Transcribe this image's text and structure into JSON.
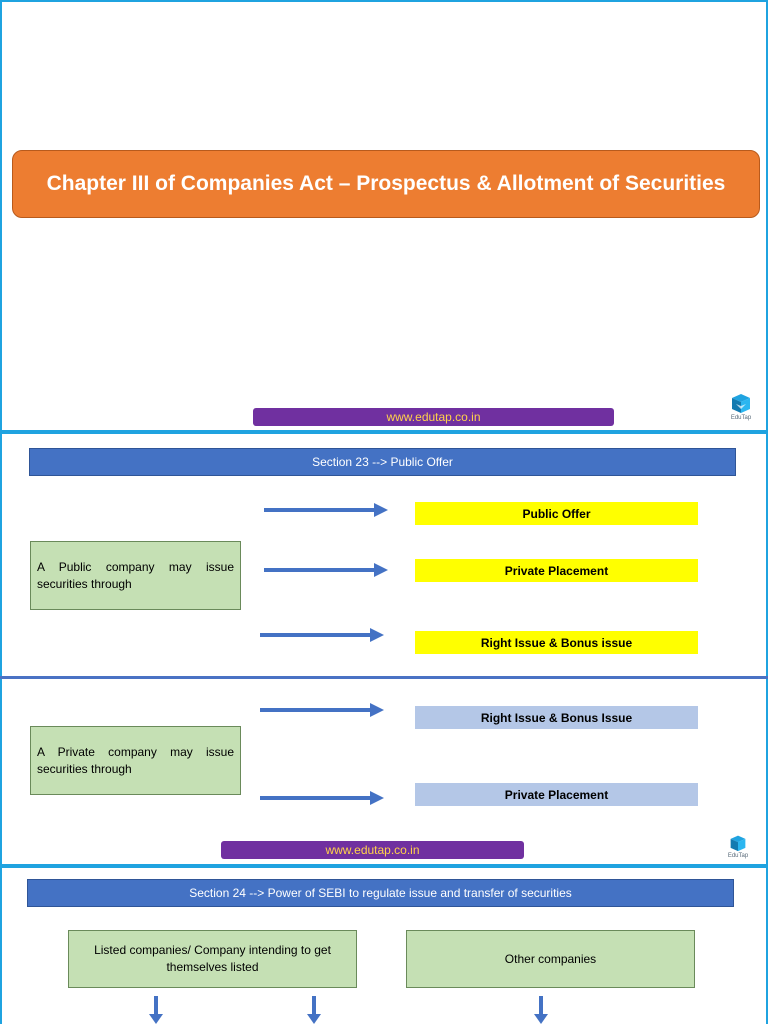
{
  "slide1": {
    "title": "Chapter III of Companies Act – Prospectus & Allotment of Securities",
    "url": "www.edutap.co.in",
    "logo_label": "EduTap"
  },
  "slide2": {
    "section_title": "Section 23 --> Public Offer",
    "public_company_text": "A Public company may issue securities through",
    "public_options": [
      "Public Offer",
      "Private Placement",
      "Right Issue & Bonus issue"
    ],
    "private_company_text": "A Private company may issue securities through",
    "private_options": [
      "Right Issue & Bonus Issue",
      "Private Placement"
    ],
    "url": "www.edutap.co.in",
    "logo_label": "EduTap"
  },
  "slide3": {
    "section_title": "Section 24 --> Power of SEBI to regulate issue and transfer of securities",
    "listed_box": "Listed companies/ Company intending to get themselves listed",
    "other_box": "Other companies"
  },
  "colors": {
    "title_orange": "#ed7d31",
    "section_blue": "#4472c4",
    "box_green": "#c5e0b4",
    "option_yellow": "#ffff00",
    "option_lightblue": "#b4c7e7",
    "url_purple": "#7030a0",
    "url_text": "#ffd24a",
    "slide_border": "#1fa3e0"
  },
  "icons": {
    "arrow": "right-arrow-icon",
    "down_arrow": "down-arrow-icon",
    "logo": "edutap-logo-icon"
  }
}
